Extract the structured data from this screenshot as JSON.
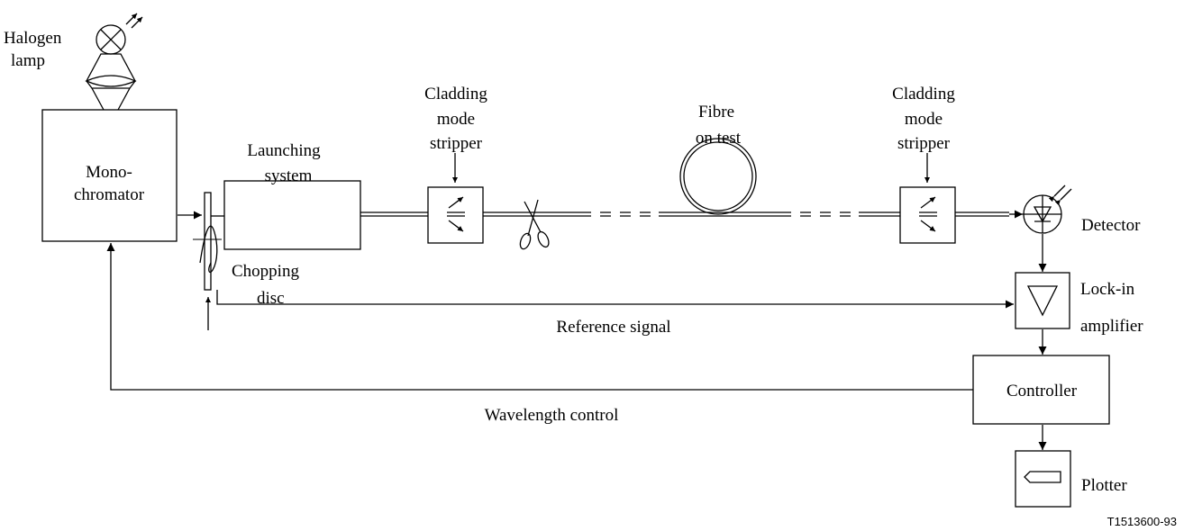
{
  "labels": {
    "halogen_line1": "Halogen",
    "halogen_line2": "lamp",
    "mono_line1": "Mono-",
    "mono_line2": "chromator",
    "launching_line1": "Launching",
    "launching_line2": "system",
    "stripper1_line1": "Cladding",
    "stripper1_line2": "mode",
    "stripper1_line3": "stripper",
    "fibre_line1": "Fibre",
    "fibre_line2": "on test",
    "stripper2_line1": "Cladding",
    "stripper2_line2": "mode",
    "stripper2_line3": "stripper",
    "detector": "Detector",
    "chopping_line1": "Chopping",
    "chopping_line2": "disc",
    "lockin_line1": "Lock-in",
    "lockin_line2": "amplifier",
    "reference_signal": "Reference signal",
    "controller": "Controller",
    "wavelength_control": "Wavelength control",
    "plotter": "Plotter",
    "figure_ref": "T1513600-93"
  }
}
